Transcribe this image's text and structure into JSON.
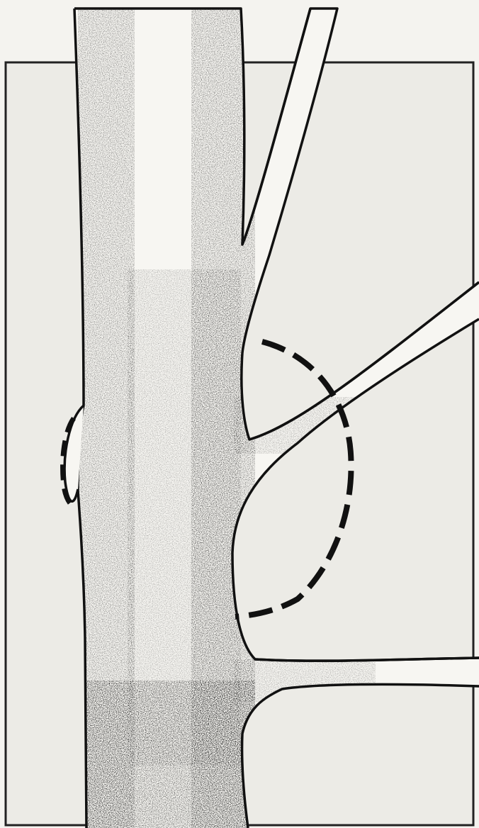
{
  "illustration": {
    "subject": "tree-trunk-with-branches",
    "colors": {
      "background": "#f4f3ef",
      "panel": "#ecebe6",
      "ink": "#111111",
      "bark_fill": "#f7f6f2",
      "stipple": "#1a1a1a"
    },
    "parts": [
      {
        "name": "trunk"
      },
      {
        "name": "upper-branch"
      },
      {
        "name": "middle-branch"
      },
      {
        "name": "lower-branch"
      },
      {
        "name": "left-swelling"
      }
    ],
    "markers": [
      {
        "name": "dashed-circle-branch-collar",
        "style": "dashed"
      },
      {
        "name": "dashed-arc-trunk-swelling",
        "style": "dashed"
      }
    ]
  }
}
